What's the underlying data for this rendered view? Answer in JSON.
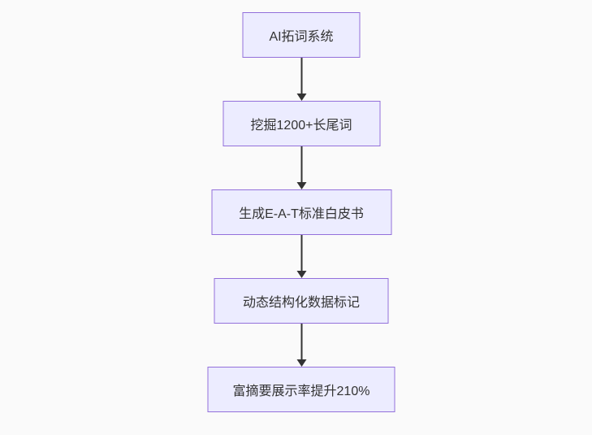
{
  "diagram": {
    "type": "flowchart",
    "direction": "top-down",
    "nodes": [
      {
        "label": "AI拓词系统"
      },
      {
        "label": "挖掘1200+长尾词"
      },
      {
        "label": "生成E-A-T标准白皮书"
      },
      {
        "label": "动态结构化数据标记"
      },
      {
        "label": "富摘要展示率提升210%"
      }
    ],
    "edges": [
      {
        "from": 0,
        "to": 1
      },
      {
        "from": 1,
        "to": 2
      },
      {
        "from": 2,
        "to": 3
      },
      {
        "from": 3,
        "to": 4
      }
    ],
    "colors": {
      "background": "#fafafa",
      "node_fill": "#ECECFF",
      "node_border": "#9370DB",
      "arrow": "#333333",
      "text": "#333333"
    }
  }
}
